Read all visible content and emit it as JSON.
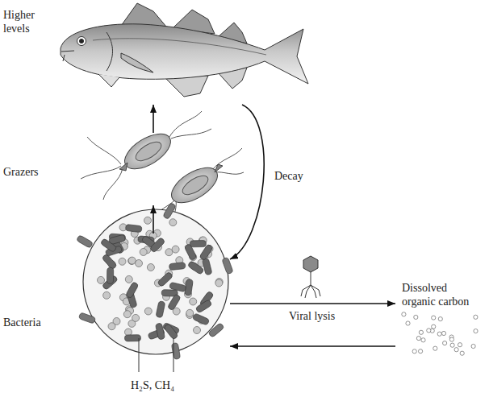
{
  "diagram": {
    "nodes": [
      {
        "text": [
          "Higher levels"
        ]
      },
      {
        "text": [
          "Grazers"
        ]
      },
      {
        "text": [
          "Bacteria"
        ]
      },
      {
        "text": [
          "Dissolved organic carbon"
        ]
      }
    ],
    "edges": [
      {
        "from": 2,
        "to": 1,
        "arrow": "to"
      },
      {
        "from": 1,
        "to": 0,
        "arrow": "to"
      },
      {
        "from": 0,
        "to": 2,
        "label": "Decay",
        "arrow": "to"
      },
      {
        "from": 2,
        "to": 3,
        "label": "Viral lysis",
        "arrow": "to"
      },
      {
        "from": 3,
        "to": 2,
        "arrow": "to"
      }
    ],
    "labels": [
      "H₂S, CH₄"
    ]
  }
}
